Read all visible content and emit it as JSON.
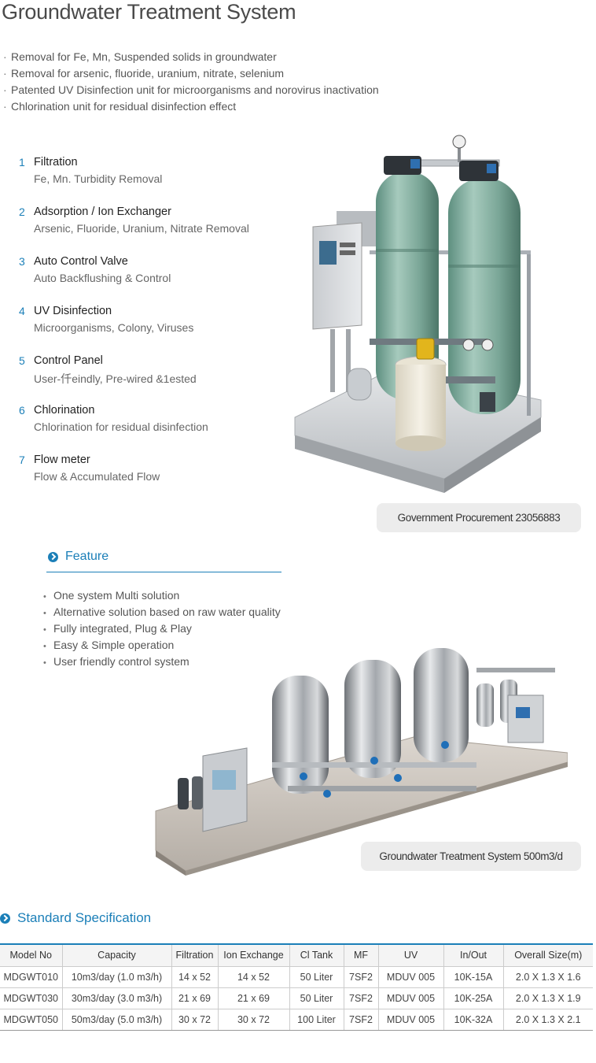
{
  "page_title": "Groundwater Treatment System",
  "intro_items": [
    "Removal for Fe, Mn, Suspended solids in groundwater",
    "Removal for arsenic, fluoride, uranium, nitrate, selenium",
    "Patented UV Disinfection unit for microorganisms and norovirus inactivation",
    "Chlorination unit for residual disinfection effect"
  ],
  "steps": [
    {
      "num": "1",
      "title": "Filtration",
      "sub": "Fe, Mn. Turbidity Removal"
    },
    {
      "num": "2",
      "title": "Adsorption / Ion Exchanger",
      "sub": "Arsenic, Fluoride, Uranium, Nitrate Removal"
    },
    {
      "num": "3",
      "title": "Auto Control Valve",
      "sub": "Auto Backflushing & Control"
    },
    {
      "num": "4",
      "title": "UV Disinfection",
      "sub": "Microorganisms, Colony, Viruses"
    },
    {
      "num": "5",
      "title": "Control Panel",
      "sub": "User-仟eindly, Pre-wired &1ested"
    },
    {
      "num": "6",
      "title": "Chlorination",
      "sub": "Chlorination for residual disinfection"
    },
    {
      "num": "7",
      "title": "Flow meter",
      "sub": "Flow & Accumulated Flow"
    }
  ],
  "caption1": "Government Procurement 23056883",
  "feature": {
    "title": "Feature",
    "items": [
      "One system Multi solution",
      "Alternative solution based on raw water quality",
      "Fully integrated, Plug & Play",
      "Easy & Simple operation",
      "User friendly control system"
    ]
  },
  "caption2": "Groundwater Treatment System 500m3/d",
  "spec": {
    "title": "Standard Specification",
    "headers": [
      "Model No",
      "Capacity",
      "Filtration",
      "Ion Exchange",
      "Cl Tank",
      "MF",
      "UV",
      "In/Out",
      "Overall Size(m)"
    ],
    "rows": [
      [
        "MDGWT010",
        "10m3/day (1.0 m3/h)",
        "14 x 52",
        "14 x 52",
        "50 Liter",
        "7SF2",
        "MDUV 005",
        "10K-15A",
        "2.0 X 1.3 X 1.6"
      ],
      [
        "MDGWT030",
        "30m3/day (3.0 m3/h)",
        "21 x 69",
        "21 x 69",
        "50 Liter",
        "7SF2",
        "MDUV 005",
        "10K-25A",
        "2.0 X 1.3 X 1.9"
      ],
      [
        "MDGWT050",
        "50m3/day (5.0 m3/h)",
        "30 x 72",
        "30 x 72",
        "100 Liter",
        "7SF2",
        "MDUV 005",
        "10K-32A",
        "2.0 X 1.3 X 2.1"
      ]
    ]
  },
  "colors": {
    "accent": "#1b7fb8",
    "tank_green": "#7fb0a0",
    "caption_bg": "#ececec"
  }
}
